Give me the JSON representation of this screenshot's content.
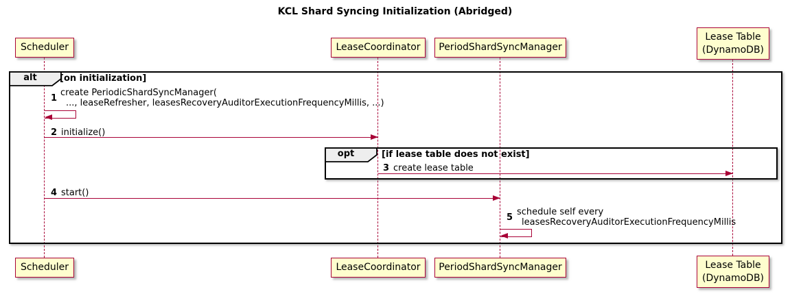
{
  "title": "KCL Shard Syncing Initialization (Abridged)",
  "colors": {
    "participant_fill": "#FEFECE",
    "participant_border": "#A80036",
    "message_arrow": "#A80036",
    "lifeline": "#A80036",
    "frame_border": "#000000",
    "operator_tab_fill": "#EEEEEE",
    "background": "#FFFFFF"
  },
  "participants": {
    "scheduler": {
      "label": "Scheduler"
    },
    "lease_coordinator": {
      "label": "LeaseCoordinator"
    },
    "period_shard_sync_manager": {
      "label": "PeriodShardSyncManager"
    },
    "lease_table": {
      "line1": "Lease Table",
      "line2": "(DynamoDB)"
    }
  },
  "frames": {
    "alt": {
      "operator": "alt",
      "guard": "[on initialization]"
    },
    "opt": {
      "operator": "opt",
      "guard": "[if lease table does not exist]"
    }
  },
  "messages": {
    "m1": {
      "num": "1",
      "line1": "create PeriodicShardSyncManager(",
      "line2": "..., leaseRefresher, leasesRecoveryAuditorExecutionFrequencyMillis, ...)",
      "from": "Scheduler",
      "to": "Scheduler",
      "kind": "self"
    },
    "m2": {
      "num": "2",
      "text": "initialize()",
      "from": "Scheduler",
      "to": "LeaseCoordinator",
      "kind": "solid"
    },
    "m3": {
      "num": "3",
      "text": "create lease table",
      "from": "LeaseCoordinator",
      "to": "Lease Table (DynamoDB)",
      "kind": "solid"
    },
    "m4": {
      "num": "4",
      "text": "start()",
      "from": "Scheduler",
      "to": "PeriodShardSyncManager",
      "kind": "solid"
    },
    "m5": {
      "num": "5",
      "line1": "schedule self every",
      "line2": "leasesRecoveryAuditorExecutionFrequencyMillis",
      "from": "PeriodShardSyncManager",
      "to": "PeriodShardSyncManager",
      "kind": "self"
    }
  }
}
